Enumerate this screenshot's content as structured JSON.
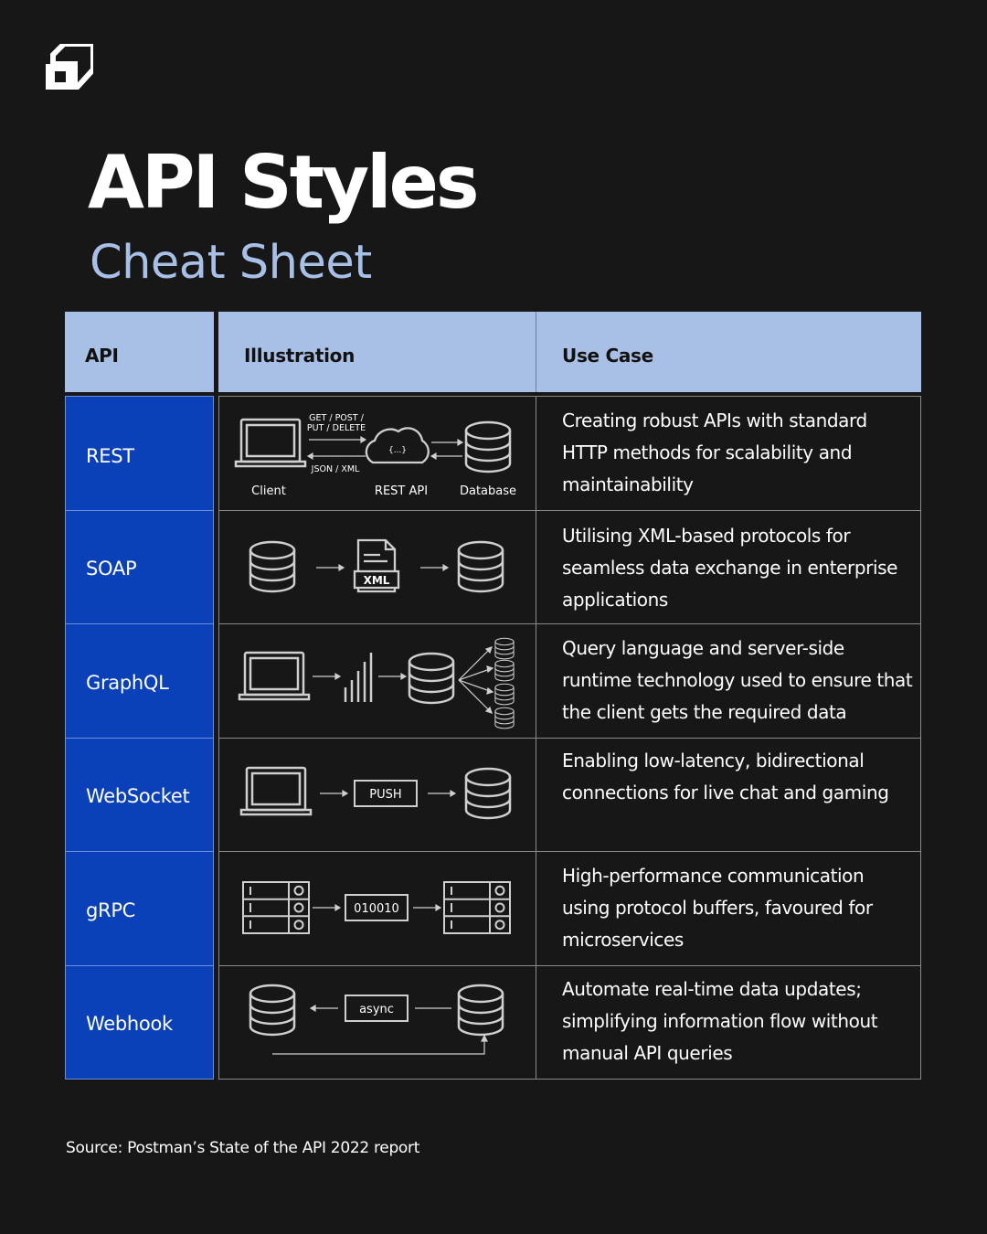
{
  "brand": {
    "logo_icon": "stacked-box-logo-icon"
  },
  "title": "API Styles",
  "subtitle": "Cheat Sheet",
  "colors": {
    "background": "#171717",
    "header": "#a9c0e6",
    "api_column": "#0a40b8",
    "subtitle": "#a9c0e6"
  },
  "table": {
    "headers": {
      "api": "API",
      "illustration": "Illustration",
      "use_case": "Use Case"
    },
    "rows": [
      {
        "api": "REST",
        "use_case": "Creating robust APIs with standard HTTP methods for scalability and maintainability",
        "illustration": {
          "labels": {
            "client": "Client",
            "rest_api": "REST API",
            "database": "Database"
          },
          "request": [
            "GET / POST /",
            "PUT / DELETE"
          ],
          "response": "JSON / XML",
          "cloud_text": "{...}"
        }
      },
      {
        "api": "SOAP",
        "use_case": "Utilising XML-based protocols for seamless data exchange in enterprise applications",
        "illustration": {
          "file_label": "XML"
        }
      },
      {
        "api": "GraphQL",
        "use_case": "Query language and server-side runtime technology used to ensure that the client gets the required data",
        "illustration": {}
      },
      {
        "api": "WebSocket",
        "use_case": "Enabling low-latency, bidirectional connections for live chat and gaming",
        "illustration": {
          "box_label": "PUSH"
        }
      },
      {
        "api": "gRPC",
        "use_case": "High-performance communication using protocol buffers, favoured for microservices",
        "illustration": {
          "box_label": "010010"
        }
      },
      {
        "api": "Webhook",
        "use_case": "Automate real-time data updates; simplifying information flow without manual API queries",
        "illustration": {
          "box_label": "async"
        }
      }
    ]
  },
  "source": "Source: Postman’s State of the API 2022 report"
}
